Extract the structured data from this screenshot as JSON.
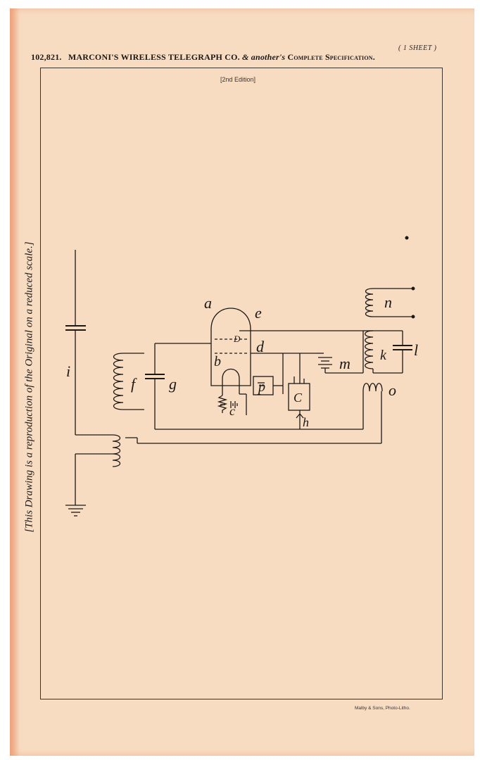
{
  "sheet_note": "( 1 SHEET )",
  "header": {
    "number": "102,821.",
    "title": "MARCONI'S WIRELESS TELEGRAPH CO.",
    "amp": "&",
    "another": "another's",
    "spec": "Complete Specification."
  },
  "edition": "[2nd Edition]",
  "side_caption": "[This Drawing is a reproduction of the Original on a reduced scale.]",
  "printer": "Malby & Sons, Photo-Litho.",
  "labels": {
    "a": "a",
    "e": "e",
    "D": "D",
    "d": "d",
    "b": "b",
    "c": "c",
    "f": "f",
    "g": "g",
    "i": "i",
    "p": "p",
    "C": "C",
    "h": "h",
    "m": "m",
    "k": "k",
    "l": "l",
    "n": "n",
    "o": "o"
  },
  "colors": {
    "paper": "#f8dcc2",
    "ink": "#1c1816"
  }
}
